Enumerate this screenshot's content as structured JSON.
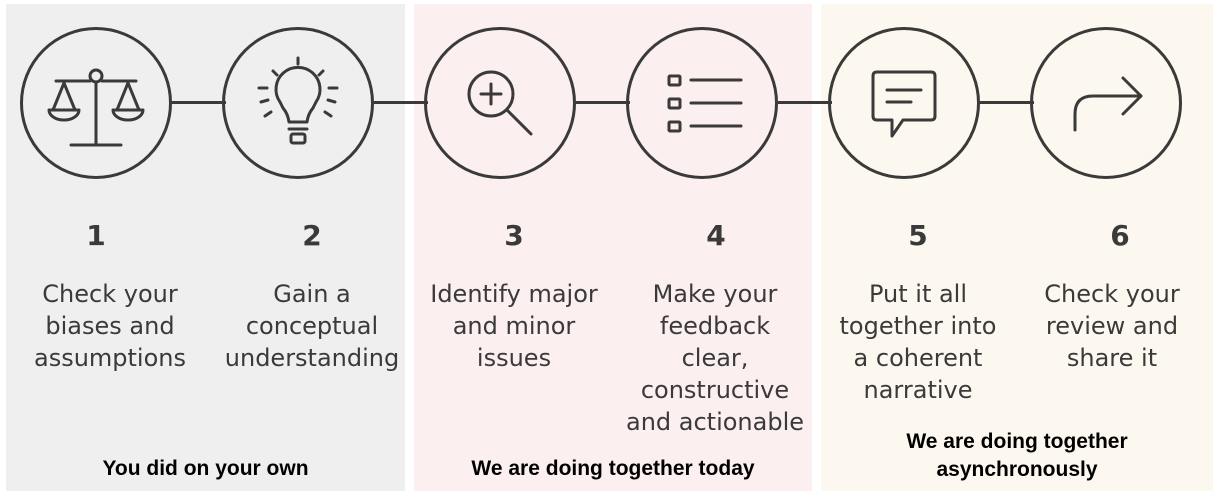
{
  "colors": {
    "panel_own": "#efefef",
    "panel_together_today": "#fbeff0",
    "panel_async": "#fdf8ef",
    "stroke": "#3a3a3a"
  },
  "steps": [
    {
      "number": "1",
      "text": "Check your\nbiases and\nassumptions",
      "icon": "balance-scale-icon"
    },
    {
      "number": "2",
      "text": "Gain a\nconceptual\nunderstanding",
      "icon": "lightbulb-icon"
    },
    {
      "number": "3",
      "text": "Identify major\nand minor\nissues",
      "icon": "magnify-plus-icon"
    },
    {
      "number": "4",
      "text": "Make your\nfeedback\nclear,\nconstructive\nand actionable",
      "icon": "checklist-icon"
    },
    {
      "number": "5",
      "text": "Put it all\ntogether into\na coherent\nnarrative",
      "icon": "speech-bubble-icon"
    },
    {
      "number": "6",
      "text": "Check your\nreview and\nshare it",
      "icon": "share-arrow-icon"
    }
  ],
  "phases": [
    {
      "label": "You did on your own"
    },
    {
      "label": "We are doing together today"
    },
    {
      "label": "We are doing together\nasynchronously"
    }
  ]
}
